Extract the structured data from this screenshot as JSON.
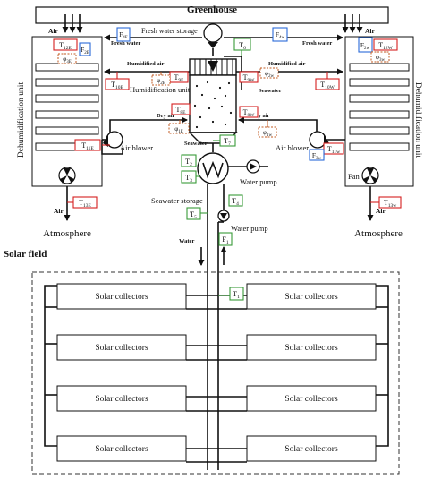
{
  "colors": {
    "temperature_sensor_red": "#d42020",
    "temperature_sensor_green": "#3a9a3a",
    "flow_sensor_blue": "#2a6ad8",
    "humidity_sensor_orange": "#c05a20",
    "lines": "#111111"
  },
  "labels": {
    "greenhouse": "Greenhouse",
    "solar_field": "Solar field",
    "fresh_water_storage": "Fresh water storage",
    "fresh_water_left": "Fresh water",
    "fresh_water_right": "Fresh water",
    "humidified_air_left": "Humidified air",
    "humidified_air_right": "Humidified air",
    "humidification_unit": "Humidification unit",
    "seawater_right": "Seawater",
    "seawater_center": "Seawater",
    "dry_air_left": "Dry air",
    "dry_air_right": "Dry air",
    "air_blower_left": "Air blower",
    "air_blower_right": "Air blower",
    "seawater_storage": "Seawater storage",
    "water_pump_top": "Water pump",
    "water_pump_bottom": "Water pump",
    "water": "Water",
    "dehumidification_unit_left": "Dehumidification unit",
    "dehumidification_unit_right": "Dehumidification unit",
    "air_top_left": "Air",
    "air_top_right": "Air",
    "air_bottom_left": "Air",
    "air_bottom_right": "Air",
    "fan": "Fan",
    "atmosphere_left": "Atmosphere",
    "atmosphere_right": "Atmosphere"
  },
  "collectors": {
    "label_1": "Solar collectors",
    "label_2": "Solar collectors",
    "label_3": "Solar collectors",
    "label_4": "Solar collectors",
    "label_5": "Solar collectors",
    "label_6": "Solar collectors",
    "label_7": "Solar collectors",
    "label_8": "Solar collectors"
  },
  "sensors": {
    "t12e": {
      "base": "T",
      "sub": "12E"
    },
    "f2e": {
      "base": "F",
      "sub": "2E"
    },
    "phi3e": {
      "base": "φ",
      "sub": "3E"
    },
    "f4e": {
      "base": "F",
      "sub": "4E"
    },
    "t6": {
      "base": "T",
      "sub": "6"
    },
    "f4w": {
      "base": "F",
      "sub": "4w"
    },
    "f2w": {
      "base": "F",
      "sub": "2w"
    },
    "t12w": {
      "base": "T",
      "sub": "12W"
    },
    "phi3w": {
      "base": "φ",
      "sub": "3w"
    },
    "t10e": {
      "base": "T",
      "sub": "10E"
    },
    "phi2e": {
      "base": "φ",
      "sub": "2E"
    },
    "t9e": {
      "base": "T",
      "sub": "9E"
    },
    "t9w": {
      "base": "T",
      "sub": "9W"
    },
    "phi2w": {
      "base": "φ",
      "sub": "2w"
    },
    "t10w": {
      "base": "T",
      "sub": "10W"
    },
    "t8e": {
      "base": "T",
      "sub": "8E"
    },
    "t8w": {
      "base": "T",
      "sub": "8W"
    },
    "phi1e": {
      "base": "φ",
      "sub": "1E"
    },
    "phi1w": {
      "base": "φ",
      "sub": "1w"
    },
    "t11e": {
      "base": "T",
      "sub": "11E"
    },
    "t11w": {
      "base": "T",
      "sub": "11w"
    },
    "f3w": {
      "base": "F",
      "sub": "3w"
    },
    "t7": {
      "base": "T",
      "sub": "7"
    },
    "t2": {
      "base": "T",
      "sub": "2"
    },
    "t3": {
      "base": "T",
      "sub": "3"
    },
    "t4": {
      "base": "T",
      "sub": "4"
    },
    "t5": {
      "base": "T",
      "sub": "5"
    },
    "f1": {
      "base": "F",
      "sub": "1"
    },
    "t13e": {
      "base": "T",
      "sub": "13E"
    },
    "t13w": {
      "base": "T",
      "sub": "13w"
    },
    "t1": {
      "base": "T",
      "sub": "1"
    }
  }
}
